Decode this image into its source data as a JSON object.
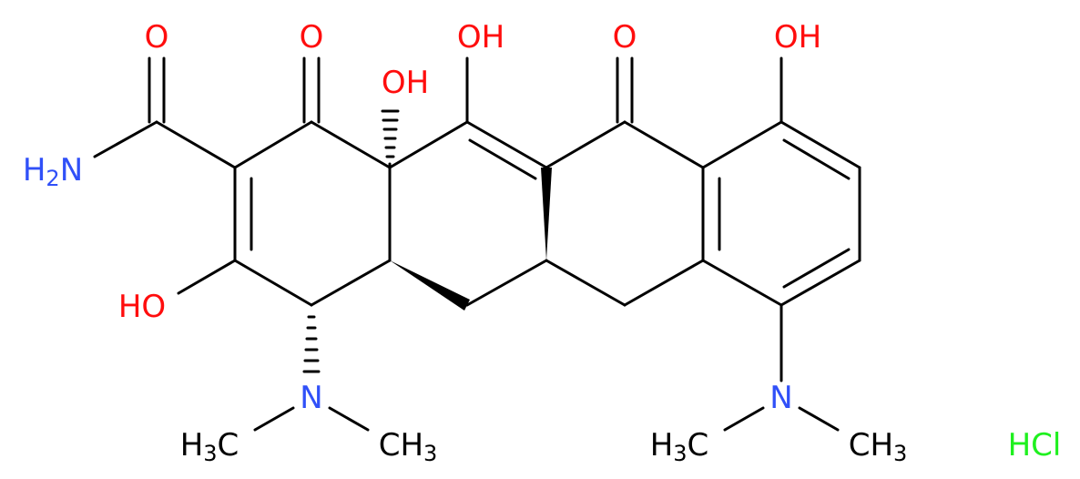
{
  "colors": {
    "bond": "#000000",
    "oxygen": "#ff0d0d",
    "nitrogen": "#3050f8",
    "carbon": "#000000",
    "chlorine": "#1ff01f"
  },
  "labels": {
    "o_amide": "O",
    "o_c1": "O",
    "oh_c12": "OH",
    "o_c11": "O",
    "oh_c10": "OH",
    "oh_c12a": "OH",
    "oh_c3": "HO",
    "nh2": "H2N",
    "n4": "N",
    "n7": "N",
    "ch3_n4_left": "H3C",
    "ch3_n4_right": "CH3",
    "ch3_n7_left": "H3C",
    "ch3_n7_right": "CH3",
    "salt": "HCl"
  }
}
